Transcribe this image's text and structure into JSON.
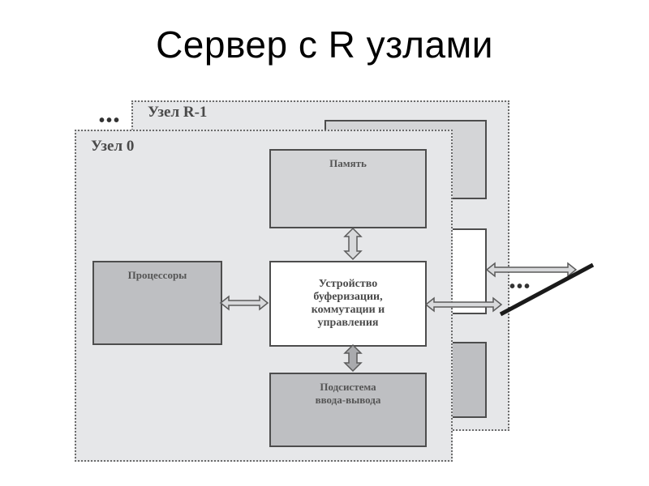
{
  "title": "Сервер с R узлами",
  "nodes": {
    "back": {
      "label": "Узел R-1"
    },
    "front": {
      "label": "Узел 0"
    }
  },
  "blocks": {
    "memory": "Память",
    "processors": "Процессоры",
    "switch_line1": "Устройство",
    "switch_line2": "буферизации,",
    "switch_line3": "коммутации и",
    "switch_line4": "управления",
    "io_line1": "Подсистема",
    "io_line2": "ввода-вывода"
  },
  "ellipsis": {
    "top_left": "•••",
    "right": "•••"
  },
  "colors": {
    "node_fill": "#e6e7e9",
    "memory_fill": "#d4d5d7",
    "processor_fill": "#bebfc2",
    "switch_fill": "#ffffff",
    "border": "#4d4d4d"
  }
}
